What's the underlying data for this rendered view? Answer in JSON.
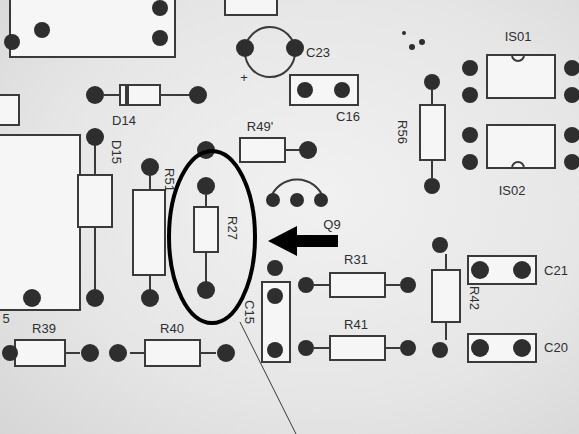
{
  "diagram": {
    "nodes": [
      {
        "text": [
          "R27"
        ]
      }
    ],
    "labels": [
      "C23",
      "+",
      "IS01",
      "D14",
      "C16",
      "R49'",
      "R56",
      "D15",
      "R51",
      "IS02",
      "Q9",
      "R31",
      "C21",
      "R42",
      "C15",
      "R41",
      "C20",
      "5",
      "R39",
      "R40"
    ]
  }
}
